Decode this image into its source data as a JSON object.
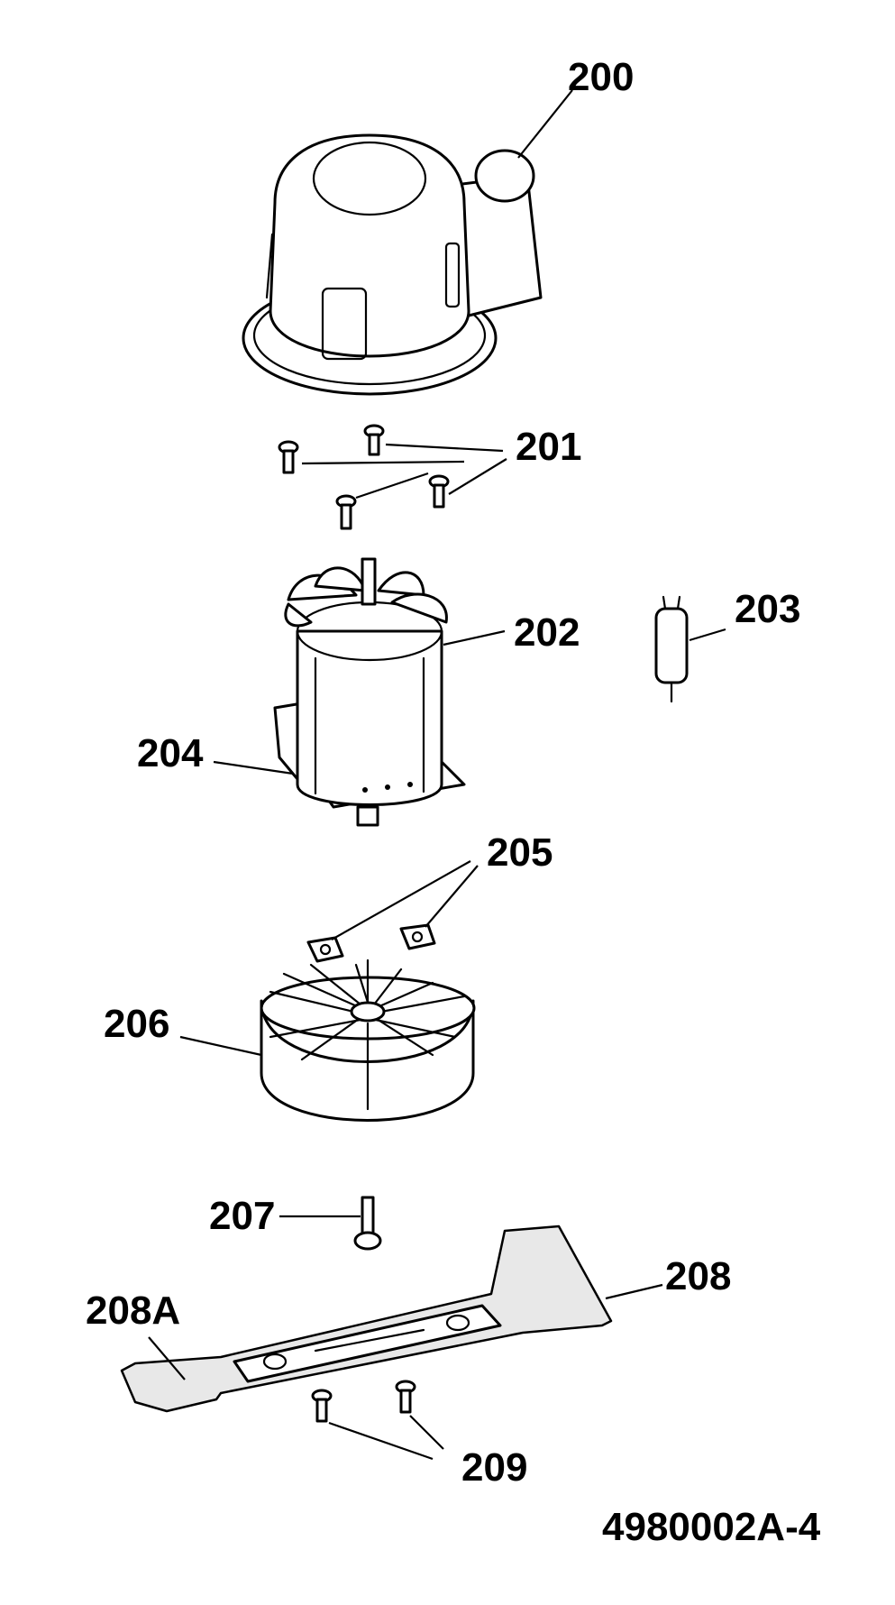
{
  "labels": {
    "p200": "200",
    "p201": "201",
    "p202": "202",
    "p203": "203",
    "p204": "204",
    "p205": "205",
    "p206": "206",
    "p207": "207",
    "p208": "208",
    "p208a": "208A",
    "p209": "209"
  },
  "drawing_number": "4980002A-4"
}
